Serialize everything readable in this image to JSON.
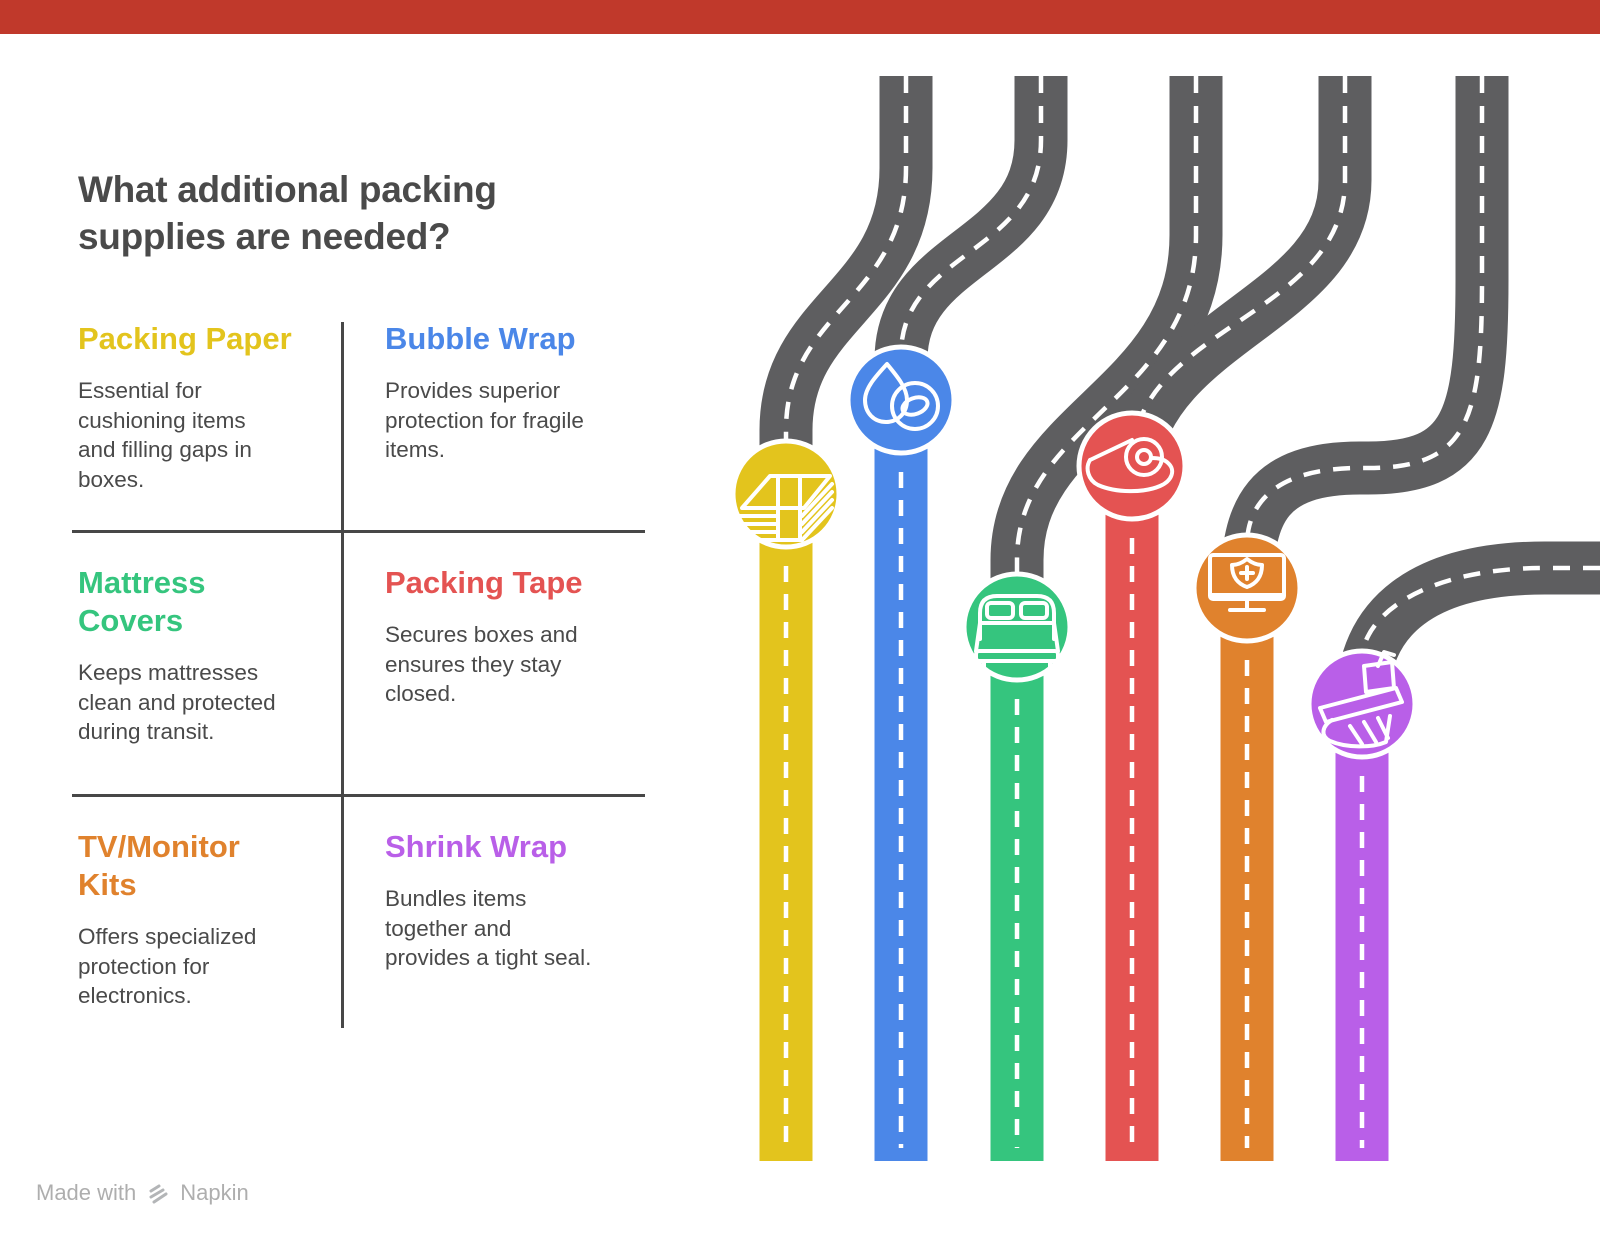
{
  "page": {
    "title": "What additional packing\nsupplies are needed?",
    "title_color": "#4a4a4a",
    "top_bar_color": "#c0392b",
    "background": "#ffffff"
  },
  "supplies": [
    {
      "name": "Packing Paper",
      "color": "#e3c41d",
      "description": "Essential for\ncushioning items\nand filling gaps in\nboxes."
    },
    {
      "name": "Bubble Wrap",
      "color": "#4b87e8",
      "description": "Provides superior\nprotection for fragile\nitems."
    },
    {
      "name": "Mattress\nCovers",
      "color": "#35c57e",
      "description": "Keeps mattresses\nclean and protected\nduring transit."
    },
    {
      "name": "Packing Tape",
      "color": "#e45352",
      "description": "Secures boxes and\nensures they stay\nclosed."
    },
    {
      "name": "TV/Monitor\nKits",
      "color": "#e0822d",
      "description": "Offers specialized\nprotection for\nelectronics."
    },
    {
      "name": "Shrink Wrap",
      "color": "#b95fe8",
      "description": "Bundles items\ntogether and\nprovides a tight seal."
    }
  ],
  "roadmap": {
    "road_color": "#5e5e60",
    "dash_color": "#ffffff"
  },
  "footer": {
    "prefix": "Made with",
    "brand": "Napkin",
    "color": "#aeaeae"
  }
}
